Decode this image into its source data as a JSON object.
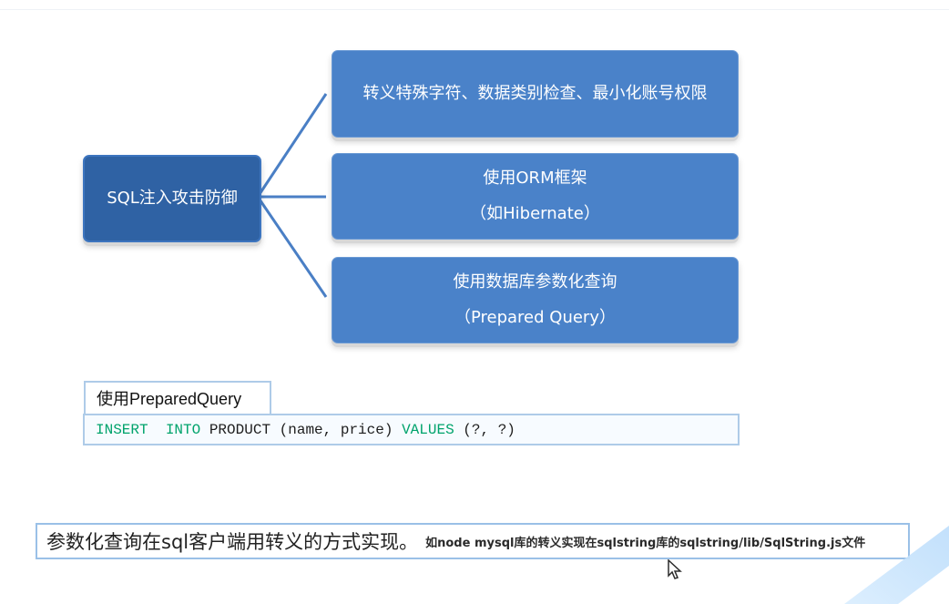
{
  "diagram": {
    "root_label": "SQL注入攻击防御",
    "children": [
      {
        "line_1": "转义特殊字符、数据类别检查、最小化账号权限",
        "line_2": ""
      },
      {
        "line_1": "使用ORM框架",
        "line_2": "（如Hibernate）"
      },
      {
        "line_1": "使用数据库参数化查询",
        "line_2": "（Prepared Query）"
      }
    ],
    "colors": {
      "root_fill": "#2f62a4",
      "child_fill": "#4a82c9",
      "connector": "#4a7fc5"
    }
  },
  "code_example": {
    "tab_title": "使用PreparedQuery",
    "insert_keyword": "INSERT",
    "into_keyword": "INTO",
    "table_and_columns": "PRODUCT (name, price)",
    "values_keyword": "VALUES",
    "values_params": "(?, ?)"
  },
  "note": {
    "main_text": "参数化查询在sql客户端用转义的方式实现。",
    "detail_text": "如node mysql库的转义实现在sqlstring库的sqlstring/lib/SqlString.js文件"
  },
  "cursor": {
    "icon": "mouse-pointer-icon"
  }
}
